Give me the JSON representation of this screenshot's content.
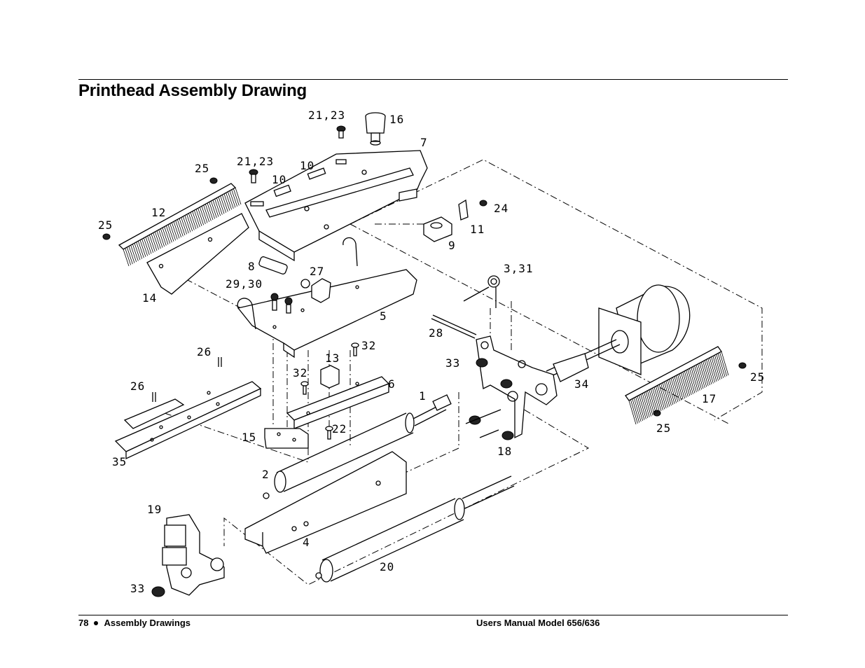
{
  "header": {
    "title": "Printhead Assembly Drawing"
  },
  "footer": {
    "page_number": "78",
    "section": "Assembly Drawings",
    "manual": "Users Manual Model 656/636"
  },
  "callouts": [
    {
      "id": "c-21-23-top",
      "label": "21,23"
    },
    {
      "id": "c-16",
      "label": "16"
    },
    {
      "id": "c-7",
      "label": "7"
    },
    {
      "id": "c-25-a",
      "label": "25"
    },
    {
      "id": "c-21-23",
      "label": "21,23"
    },
    {
      "id": "c-10-a",
      "label": "10"
    },
    {
      "id": "c-10-b",
      "label": "10"
    },
    {
      "id": "c-12",
      "label": "12"
    },
    {
      "id": "c-25-b",
      "label": "25"
    },
    {
      "id": "c-24",
      "label": "24"
    },
    {
      "id": "c-11",
      "label": "11"
    },
    {
      "id": "c-9",
      "label": "9"
    },
    {
      "id": "c-8",
      "label": "8"
    },
    {
      "id": "c-27",
      "label": "27"
    },
    {
      "id": "c-3-31",
      "label": "3,31"
    },
    {
      "id": "c-29-30",
      "label": "29,30"
    },
    {
      "id": "c-14",
      "label": "14"
    },
    {
      "id": "c-5",
      "label": "5"
    },
    {
      "id": "c-28",
      "label": "28"
    },
    {
      "id": "c-26-a",
      "label": "26"
    },
    {
      "id": "c-32-a",
      "label": "32"
    },
    {
      "id": "c-13",
      "label": "13"
    },
    {
      "id": "c-33-a",
      "label": "33"
    },
    {
      "id": "c-25-c",
      "label": "25"
    },
    {
      "id": "c-26-b",
      "label": "26"
    },
    {
      "id": "c-32-b",
      "label": "32"
    },
    {
      "id": "c-6",
      "label": "6"
    },
    {
      "id": "c-34",
      "label": "34"
    },
    {
      "id": "c-1",
      "label": "1"
    },
    {
      "id": "c-17",
      "label": "17"
    },
    {
      "id": "c-15",
      "label": "15"
    },
    {
      "id": "c-22",
      "label": "22"
    },
    {
      "id": "c-25-d",
      "label": "25"
    },
    {
      "id": "c-35",
      "label": "35"
    },
    {
      "id": "c-18",
      "label": "18"
    },
    {
      "id": "c-2",
      "label": "2"
    },
    {
      "id": "c-19",
      "label": "19"
    },
    {
      "id": "c-4",
      "label": "4"
    },
    {
      "id": "c-20",
      "label": "20"
    },
    {
      "id": "c-33-b",
      "label": "33"
    }
  ]
}
